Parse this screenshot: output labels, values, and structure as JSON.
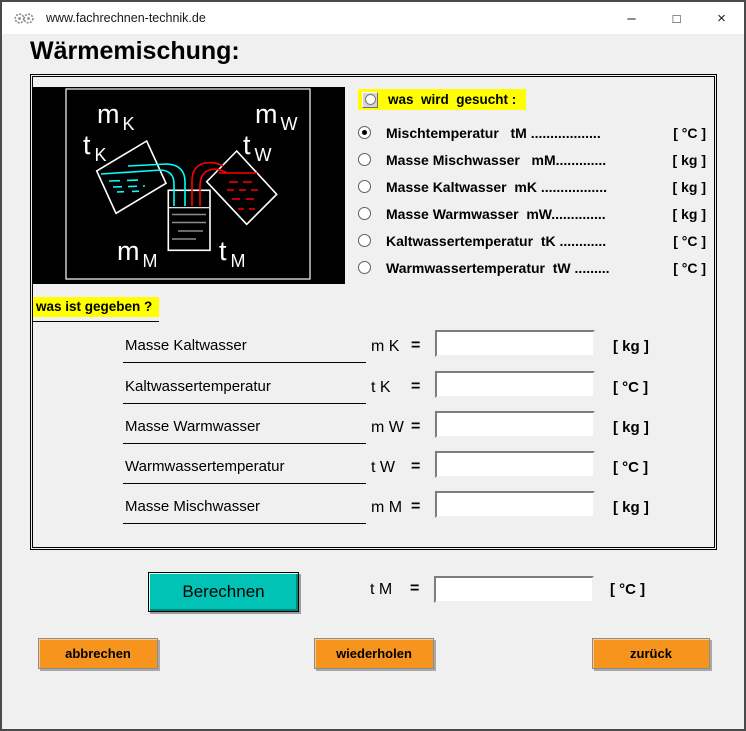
{
  "window": {
    "title": "www.fachrechnen-technik.de",
    "minimize_glyph": "–",
    "maximize_glyph": "□",
    "close_glyph": "×"
  },
  "heading": "Wärmemischung:",
  "colors": {
    "highlight_yellow": "#ffff00",
    "calc_button_teal": "#00c3b6",
    "nav_button_orange": "#f7941d",
    "cold_water_cyan": "#00ffff",
    "warm_water_red": "#ff0000",
    "mixed_water_gray": "#8c8c8c"
  },
  "diagram": {
    "labels": [
      {
        "main": "m",
        "sub": "K"
      },
      {
        "main": "t",
        "sub": "K"
      },
      {
        "main": "m",
        "sub": "W"
      },
      {
        "main": "t",
        "sub": "W"
      },
      {
        "main": "m",
        "sub": "M"
      },
      {
        "main": "t",
        "sub": "M"
      }
    ]
  },
  "search_group": {
    "header": "was  wird  gesucht :",
    "options": [
      {
        "text": "Mischtemperatur   tM ..................",
        "unit": "[ °C ]",
        "selected": true
      },
      {
        "text": "Masse Mischwasser   mM.............",
        "unit": "[ kg ]",
        "selected": false
      },
      {
        "text": "Masse Kaltwasser  mK .................",
        "unit": "[ kg ]",
        "selected": false
      },
      {
        "text": "Masse Warmwasser  mW..............",
        "unit": "[ kg ]",
        "selected": false
      },
      {
        "text": "Kaltwassertemperatur  tK ............",
        "unit": "[ °C ]",
        "selected": false
      },
      {
        "text": "Warmwassertemperatur  tW .........",
        "unit": "[ °C ]",
        "selected": false
      }
    ]
  },
  "given_group": {
    "header": "was ist gegeben ?",
    "equals": "=",
    "rows": [
      {
        "label": "Masse Kaltwasser",
        "symbol": "m K",
        "value": "",
        "unit": "[ kg ]"
      },
      {
        "label": "Kaltwassertemperatur",
        "symbol": "t K",
        "value": "",
        "unit": "[ °C ]"
      },
      {
        "label": "Masse Warmwasser",
        "symbol": "m W",
        "value": "",
        "unit": "[ kg ]"
      },
      {
        "label": "Warmwassertemperatur",
        "symbol": "t W",
        "value": "",
        "unit": "[ °C ]"
      },
      {
        "label": "Masse Mischwasser",
        "symbol": "m M",
        "value": "",
        "unit": "[ kg ]"
      }
    ]
  },
  "result": {
    "calculate_label": "Berechnen",
    "symbol": "t M",
    "equals": "=",
    "value": "",
    "unit": "[ °C ]"
  },
  "footer": {
    "cancel_label": "abbrechen",
    "repeat_label": "wiederholen",
    "back_label": "zurück"
  }
}
